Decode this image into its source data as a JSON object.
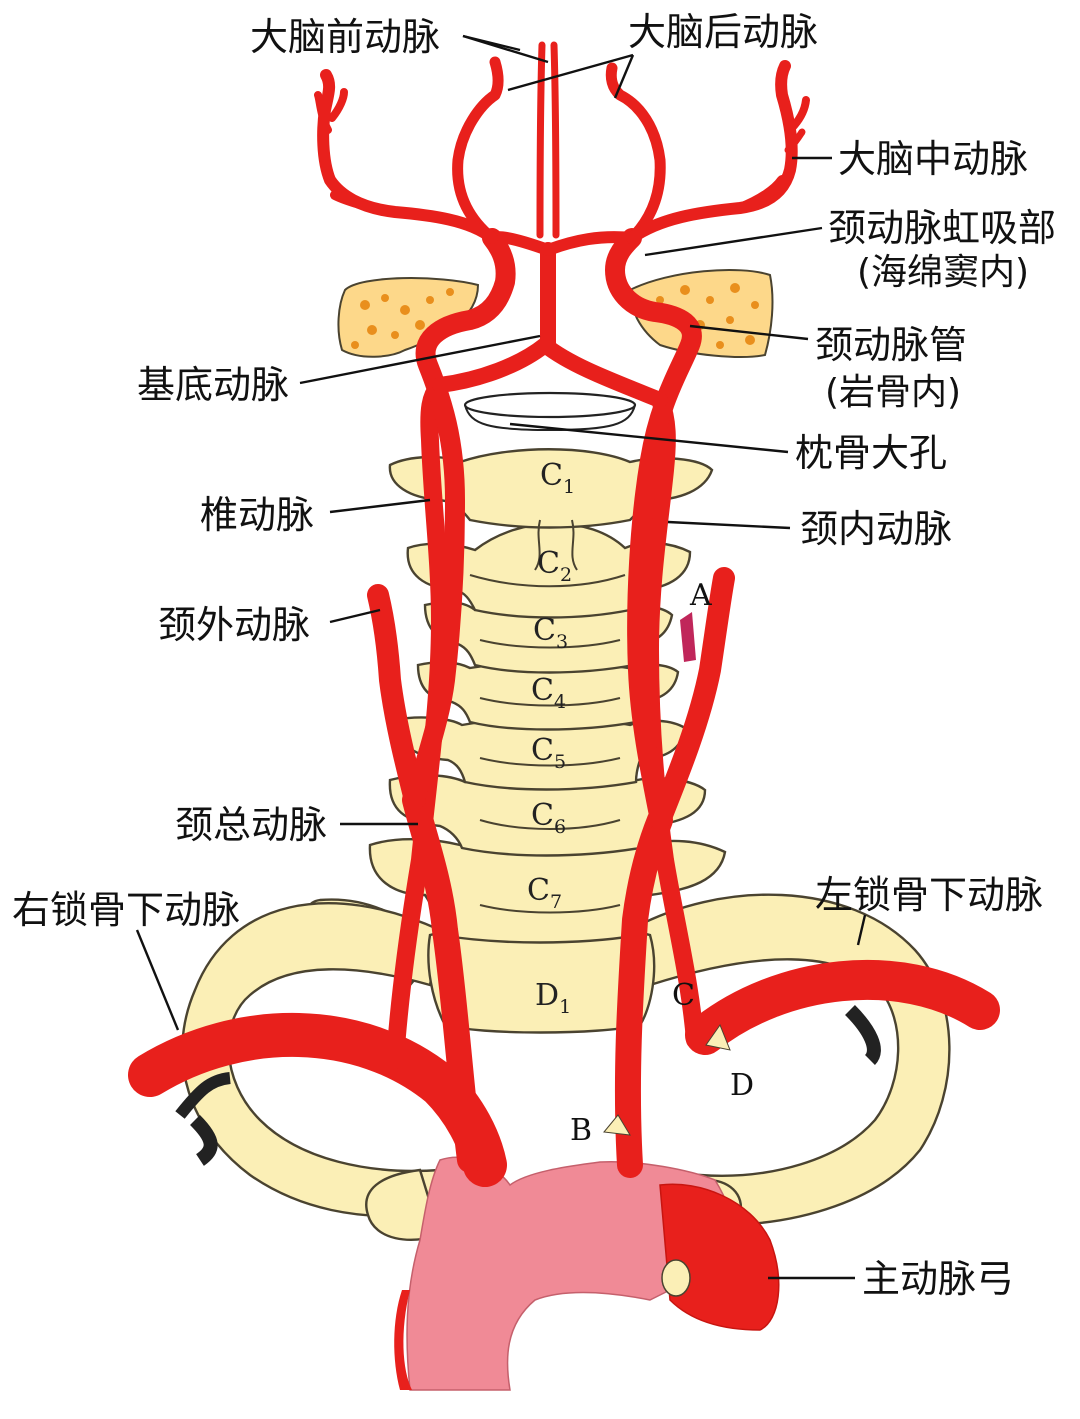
{
  "labels": {
    "anterior_cerebral": "大脑前动脉",
    "posterior_cerebral": "大脑后动脉",
    "middle_cerebral": "大脑中动脉",
    "carotid_siphon_1": "颈动脉虹吸部",
    "carotid_siphon_2": "(海绵窦内)",
    "basilar": "基底动脉",
    "carotid_canal_1": "颈动脉管",
    "carotid_canal_2": "(岩骨内)",
    "foramen_magnum": "枕骨大孔",
    "vertebral": "椎动脉",
    "internal_carotid": "颈内动脉",
    "external_carotid": "颈外动脉",
    "common_carotid": "颈总动脉",
    "right_subclavian": "右锁骨下动脉",
    "left_subclavian": "左锁骨下动脉",
    "aortic_arch": "主动脉弓"
  },
  "vertebrae": [
    {
      "letter": "C",
      "sub": "1"
    },
    {
      "letter": "C",
      "sub": "2"
    },
    {
      "letter": "C",
      "sub": "3"
    },
    {
      "letter": "C",
      "sub": "4"
    },
    {
      "letter": "C",
      "sub": "5"
    },
    {
      "letter": "C",
      "sub": "6"
    },
    {
      "letter": "C",
      "sub": "7"
    },
    {
      "letter": "D",
      "sub": "1"
    }
  ],
  "markers": {
    "a": "A",
    "b": "B",
    "c": "C",
    "d": "D"
  },
  "colors": {
    "artery": "#e8201c",
    "aorta": "#f08a96",
    "bone": "#fbefb6",
    "petrous_bone": "#f5a623",
    "outline": "#4a4330"
  }
}
